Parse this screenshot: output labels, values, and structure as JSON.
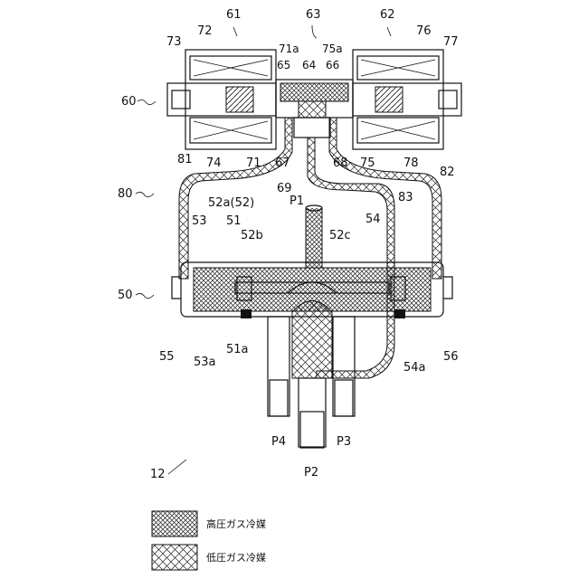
{
  "figure_ref": "12",
  "labels": {
    "l61": "61",
    "l62": "62",
    "l63": "63",
    "l72": "72",
    "l73": "73",
    "l76": "76",
    "l77": "77",
    "l71a": "71a",
    "l75a": "75a",
    "l65": "65",
    "l64": "64",
    "l66": "66",
    "l60": "60",
    "l74": "74",
    "l71": "71",
    "l67": "67",
    "l68": "68",
    "l75": "75",
    "l78": "78",
    "l81": "81",
    "l82": "82",
    "l80": "80",
    "l69": "69",
    "l52a": "52a(52)",
    "lP1": "P1",
    "l83": "83",
    "l53": "53",
    "l51": "51",
    "l54": "54",
    "l52b": "52b",
    "l52c": "52c",
    "l50": "50",
    "l55": "55",
    "l53a": "53a",
    "l51a": "51a",
    "l54a": "54a",
    "l56": "56",
    "lP4": "P4",
    "lP3": "P3",
    "lP2": "P2"
  },
  "legend": [
    {
      "pattern": "dense-crosshatch",
      "text": "高圧ガス冷媒"
    },
    {
      "pattern": "open-crosshatch",
      "text": "低圧ガス冷媒"
    }
  ]
}
